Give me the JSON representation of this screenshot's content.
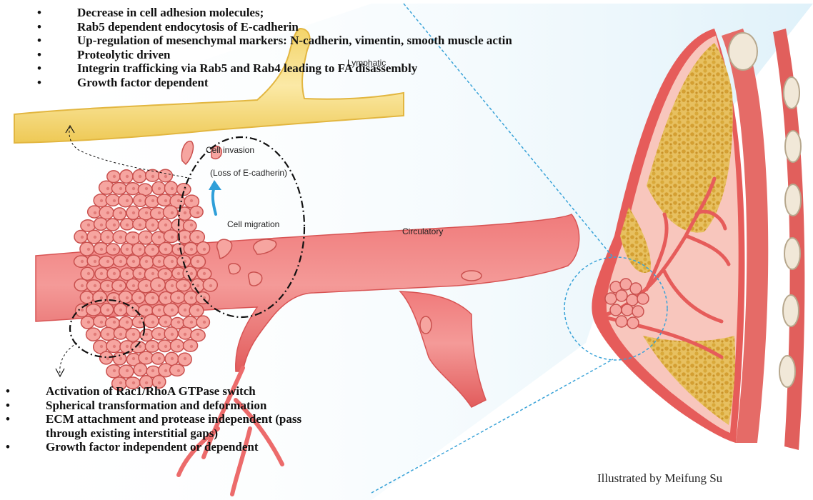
{
  "top_bullets": [
    "Decrease in cell adhesion molecules;",
    "Rab5 dependent endocytosis of E-cadherin",
    "Up-regulation of mesenchymal markers: N-cadherin, vimentin, smooth muscle actin",
    "Proteolytic driven",
    "Integrin trafficking via Rab5 and Rab4 leading to FA disassembly",
    "Growth factor dependent"
  ],
  "bottom_bullets": [
    "Activation of Rac1/RhoA GTPase switch",
    "Spherical transformation and deformation",
    "ECM attachment and protease independent (pass through existing interstitial gaps)",
    "Growth factor independent or dependent"
  ],
  "labels": {
    "lymphatic": "Lymphatic",
    "cell_invasion": "Cell invasion",
    "loss_ecadherin": "(Loss of E-cadherin)",
    "cell_migration": "Cell migration",
    "circulatory": "Circulatory"
  },
  "credit": "Illustrated by Meifung Su",
  "colors": {
    "lymph": "#f5d76e",
    "vessel": "#ec6b6b",
    "cell": "#f6a5a0",
    "cell_edge": "#c9504e",
    "fat": "#e2b84a",
    "rib": "#f0e6d6",
    "guide_line": "#3aa3d8",
    "arrow": "#2f9fd9"
  }
}
